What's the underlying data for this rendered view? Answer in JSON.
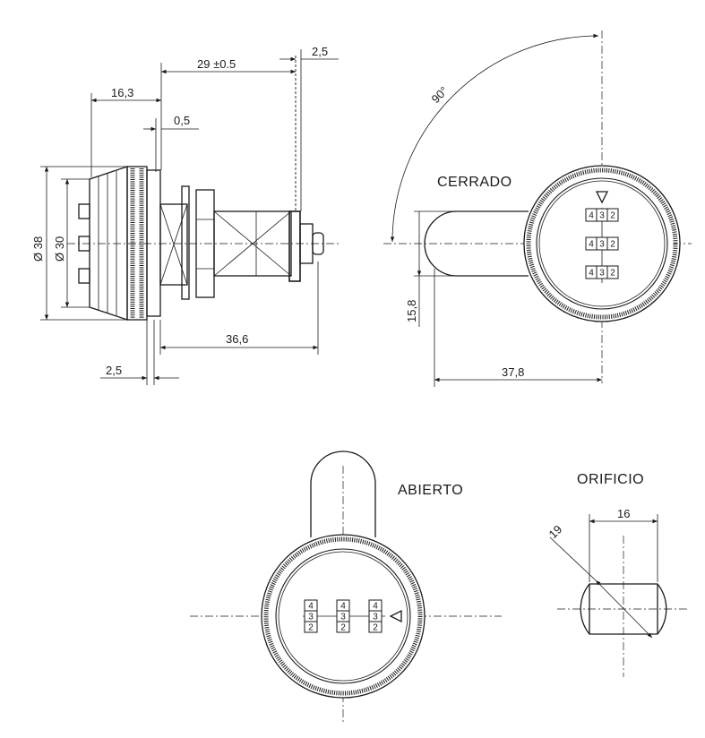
{
  "labels": {
    "closed": "CERRADO",
    "open": "ABIERTO",
    "hole": "ORIFICIO"
  },
  "dimensions": {
    "length_29": "29 ±0.5",
    "width_2_5_top": "2,5",
    "depth_16_3": "16,3",
    "gap_0_5": "0,5",
    "dia_38": "Ø 38",
    "dia_30": "Ø 30",
    "length_36_6": "36,6",
    "width_2_5_bottom": "2,5",
    "angle_90": "90°",
    "height_15_8": "15,8",
    "length_37_8": "37,8",
    "hole_width_16": "16",
    "hole_dia_19": "19"
  },
  "dials": {
    "closed_rows": [
      [
        "4",
        "3",
        "2"
      ],
      [
        "4",
        "3",
        "2"
      ],
      [
        "4",
        "3",
        "2"
      ]
    ],
    "open_cols": [
      [
        "4",
        "3",
        "2"
      ],
      [
        "4",
        "3",
        "2"
      ],
      [
        "4",
        "3",
        "2"
      ]
    ]
  },
  "colors": {
    "ink": "#1a1a1a",
    "paper": "#ffffff"
  }
}
